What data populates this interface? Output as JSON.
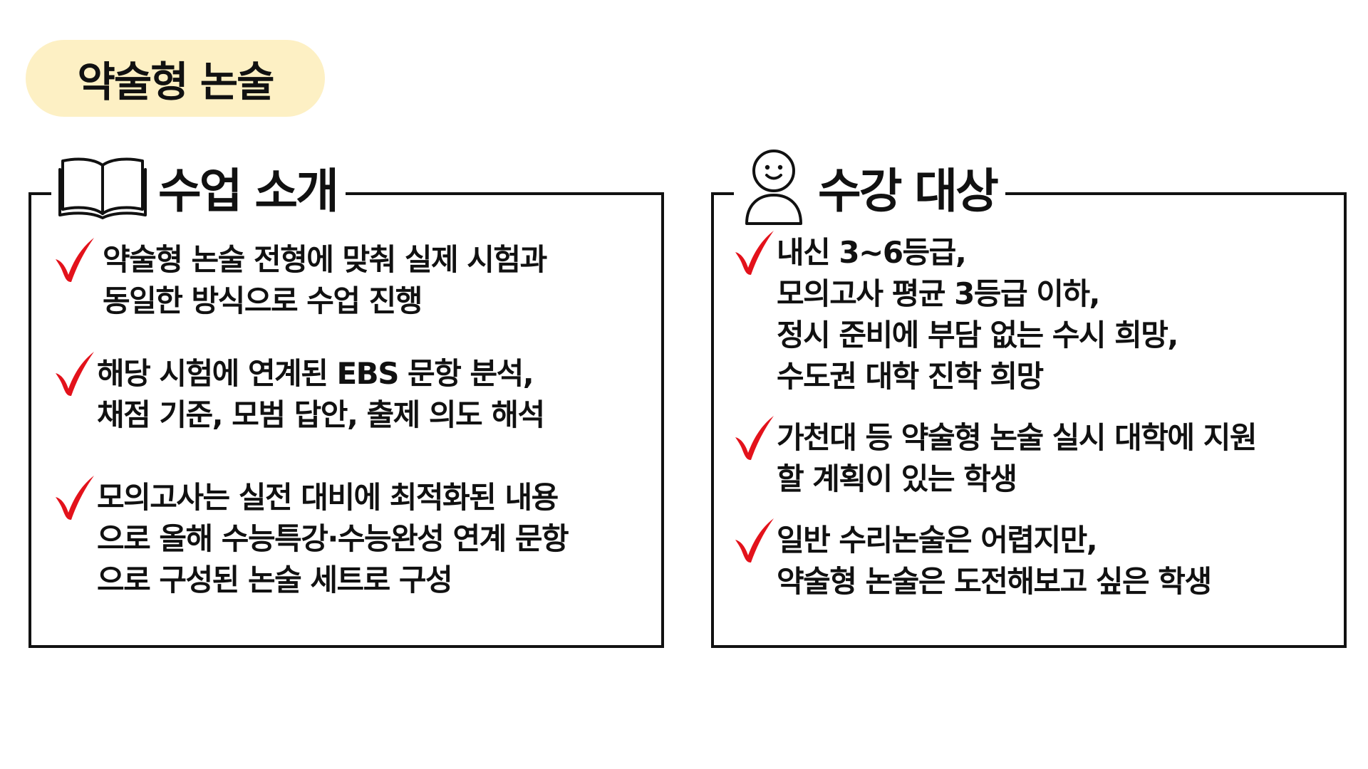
{
  "badge": {
    "label": "약술형 논술",
    "color": "#fdf0c4"
  },
  "accent_check_color": "#e3121b",
  "sections": {
    "intro": {
      "title": "수업 소개",
      "icon": "open-book-icon",
      "items": [
        {
          "lines": [
            "약술형 논술 전형에 맞춰 실제 시험과",
            "동일한 방식으로 수업 진행"
          ]
        },
        {
          "lines": [
            "해당 시험에 연계된 EBS 문항 분석,",
            "채점 기준, 모범 답안, 출제 의도 해석"
          ]
        },
        {
          "lines": [
            "모의고사는 실전 대비에 최적화된 내용",
            "으로 올해 수능특강·수능완성 연계 문항",
            "으로 구성된 논술 세트로 구성"
          ]
        }
      ]
    },
    "target": {
      "title": "수강 대상",
      "icon": "smiling-person-icon",
      "items": [
        {
          "lines": [
            "내신 3~6등급,",
            "모의고사 평균 3등급 이하,",
            "정시 준비에 부담 없는 수시 희망,",
            "수도권 대학 진학 희망"
          ]
        },
        {
          "lines": [
            "가천대 등 약술형 논술 실시 대학에 지원",
            "할 계획이 있는 학생"
          ]
        },
        {
          "lines": [
            "일반 수리논술은 어렵지만,",
            "약술형 논술은 도전해보고 싶은 학생"
          ]
        }
      ]
    }
  }
}
